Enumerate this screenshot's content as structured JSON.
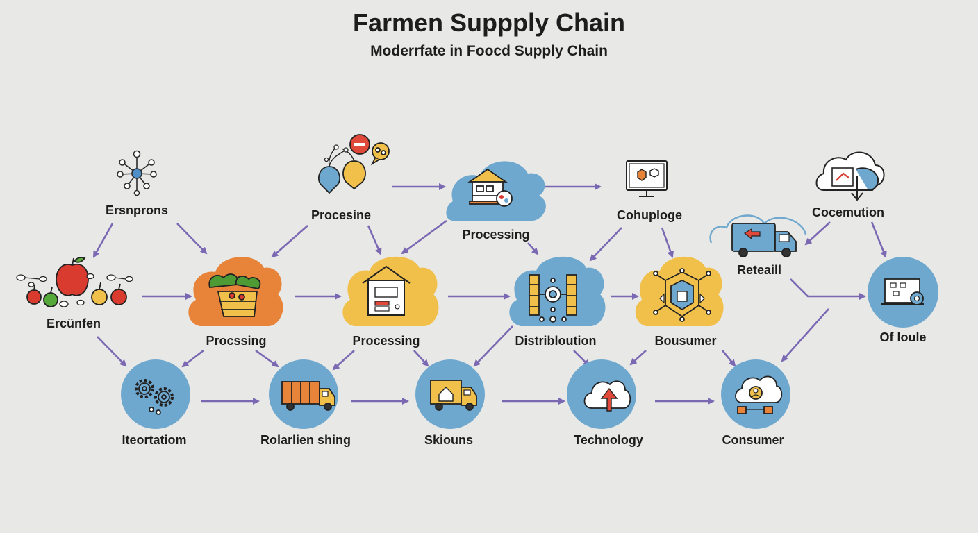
{
  "header": {
    "title": "Farmen Suppply Chain",
    "subtitle": "Moderrfate in Foocd Supply Chain"
  },
  "colors": {
    "background": "#e8e8e6",
    "arrow": "#7a68b3",
    "blue": "#6fa8cf",
    "orange": "#e8833a",
    "yellow": "#f0c04a",
    "icon_stroke": "#222222"
  },
  "nodes": {
    "ersnprons": {
      "label": "Ersnprons",
      "icon": "network-hub-icon"
    },
    "ercunfen": {
      "label": "Ercünfen",
      "icon": "fruits-icon"
    },
    "procesine": {
      "label": "Procesine",
      "icon": "balloons-icon"
    },
    "processing_top": {
      "label": "Processing",
      "icon": "market-stall-icon"
    },
    "cohuploge": {
      "label": "Cohuploge",
      "icon": "monitor-icon"
    },
    "cocemution": {
      "label": "Cocemution",
      "icon": "cloud-icon"
    },
    "reteaill": {
      "label": "Reteaill",
      "icon": "delivery-truck-icon"
    },
    "procssing_mid": {
      "label": "Procssing",
      "icon": "vegetable-crate-icon"
    },
    "processing_mid": {
      "label": "Processing",
      "icon": "warehouse-icon"
    },
    "distribution": {
      "label": "Distribloution",
      "icon": "distribution-hub-icon"
    },
    "bousumer": {
      "label": "Bousumer",
      "icon": "shield-chip-icon"
    },
    "of_loule": {
      "label": "Of loule",
      "icon": "computer-gear-icon"
    },
    "iteortatiom": {
      "label": "Iteortatiom",
      "icon": "gears-icon"
    },
    "rolarlien_shing": {
      "label": "Rolarlien shing",
      "icon": "cargo-truck-icon"
    },
    "skiouns": {
      "label": "Skiouns",
      "icon": "van-icon"
    },
    "technology": {
      "label": "Technology",
      "icon": "cloud-upload-icon"
    },
    "consumer": {
      "label": "Consumer",
      "icon": "user-cloud-icon"
    }
  }
}
